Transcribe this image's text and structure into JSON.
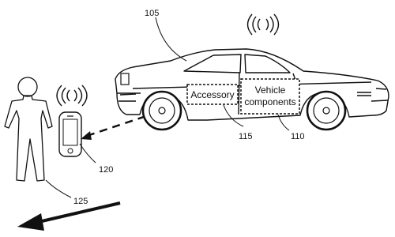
{
  "labels": {
    "accessory": "Accessory",
    "vehicle_components_line1": "Vehicle",
    "vehicle_components_line2": "components"
  },
  "reference_numerals": {
    "vehicle": "105",
    "accessory": "115",
    "vehicle_components": "110",
    "mobile_device": "120",
    "user": "125"
  },
  "colors": {
    "ink": "#111111",
    "background": "#ffffff"
  },
  "icons": [
    "person-figure",
    "mobile-phone",
    "wireless-signal",
    "car",
    "direction-arrow"
  ]
}
